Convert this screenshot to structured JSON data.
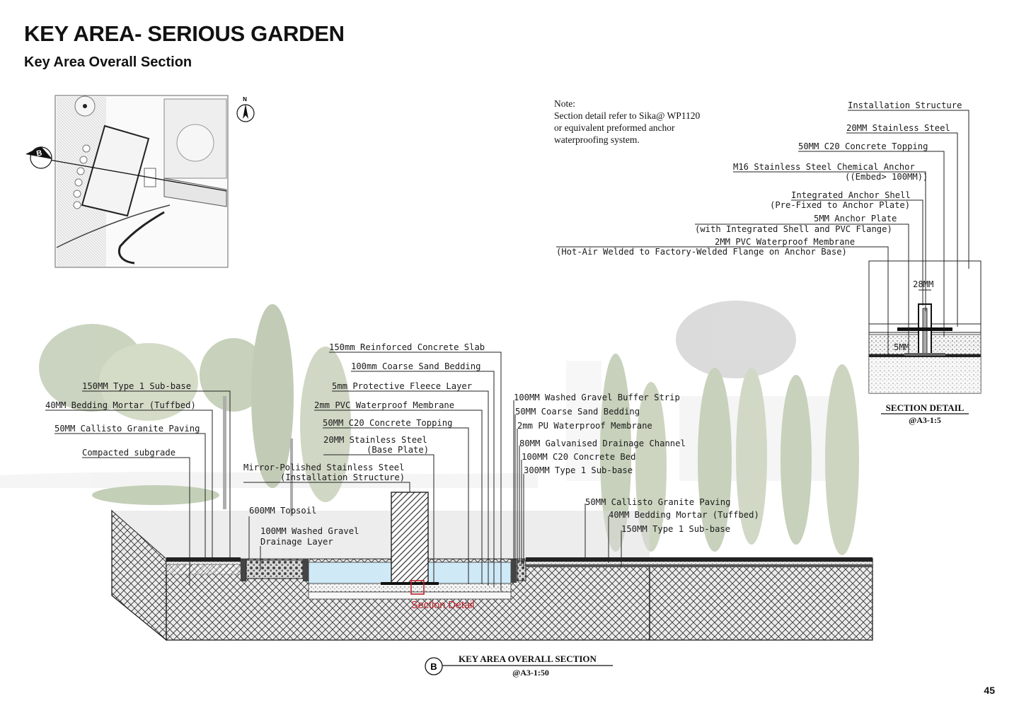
{
  "header": {
    "title": "KEY AREA- SERIOUS GARDEN",
    "subtitle": "Key Area Overall Section"
  },
  "page_number": "45",
  "key_plan": {
    "north_label": "N",
    "section_marker": "B"
  },
  "note": {
    "lines": [
      "Note:",
      "Section detail refer to Sika@ WP1120",
      "or equivalent preformed anchor",
      "waterproofing system."
    ]
  },
  "detail_labels": [
    {
      "text": "Installation Structure"
    },
    {
      "text": "20MM Stainless Steel"
    },
    {
      "text": "50MM C20 Concrete Topping"
    },
    {
      "text": "M16 Stainless Steel Chemical Anchor",
      "sub": "((Embed> 100MM))"
    },
    {
      "text": "Integrated Anchor Shell",
      "sub": "(Pre-Fixed to Anchor Plate)"
    },
    {
      "text": "5MM Anchor Plate",
      "sub": "(with Integrated Shell and PVC Flange)"
    },
    {
      "text": "2MM PVC Waterproof Membrane",
      "sub": "(Hot-Air Welded to Factory-Welded Flange on Anchor Base)"
    }
  ],
  "section_detail": {
    "dim_top": "28MM",
    "dim_side": "5MM",
    "title": "SECTION DETAIL",
    "scale": "@A3-1:5"
  },
  "left_labels": [
    {
      "text": "150MM Type 1 Sub-base"
    },
    {
      "text": "40MM Bedding Mortar (Tuffbed)"
    },
    {
      "text": "50MM Callisto Granite Paving"
    },
    {
      "text": "Compacted subgrade"
    }
  ],
  "center_labels": [
    {
      "text": "150mm Reinforced Concrete Slab"
    },
    {
      "text": "100mm Coarse Sand Bedding"
    },
    {
      "text": "5mm Protective Fleece Layer"
    },
    {
      "text": "2mm PVC Waterproof Membrane"
    },
    {
      "text": "50MM C20 Concrete Topping"
    },
    {
      "text": "20MM Stainless Steel",
      "sub": "(Base Plate)"
    },
    {
      "text": "Mirror-Polished Stainless Steel",
      "sub": "(Installation Structure)"
    },
    {
      "text": "600MM Topsoil"
    },
    {
      "text": "100MM Washed Gravel",
      "sub": "Drainage Layer"
    }
  ],
  "right_labels": [
    {
      "text": "100MM Washed Gravel Buffer Strip"
    },
    {
      "text": "50MM Coarse Sand Bedding"
    },
    {
      "text": "2mm PU Waterproof Membrane"
    },
    {
      "text": "80MM Galvanised Drainage Channel"
    },
    {
      "text": "100MM C20 Concrete Bed"
    },
    {
      "text": "300MM Type 1 Sub-base"
    },
    {
      "text": "50MM Callisto Granite Paving"
    },
    {
      "text": "40MM Bedding Mortar (Tuffbed)"
    },
    {
      "text": "150MM Type 1 Sub-base"
    }
  ],
  "section_detail_callout": "Section Detail",
  "section_title": {
    "marker": "B",
    "title": "KEY AREA OVERALL SECTION",
    "scale": "@A3-1:50"
  },
  "colors": {
    "water": "#cfe9f7",
    "callout_red": "#c0202a",
    "tree_green": "#a9b896"
  }
}
